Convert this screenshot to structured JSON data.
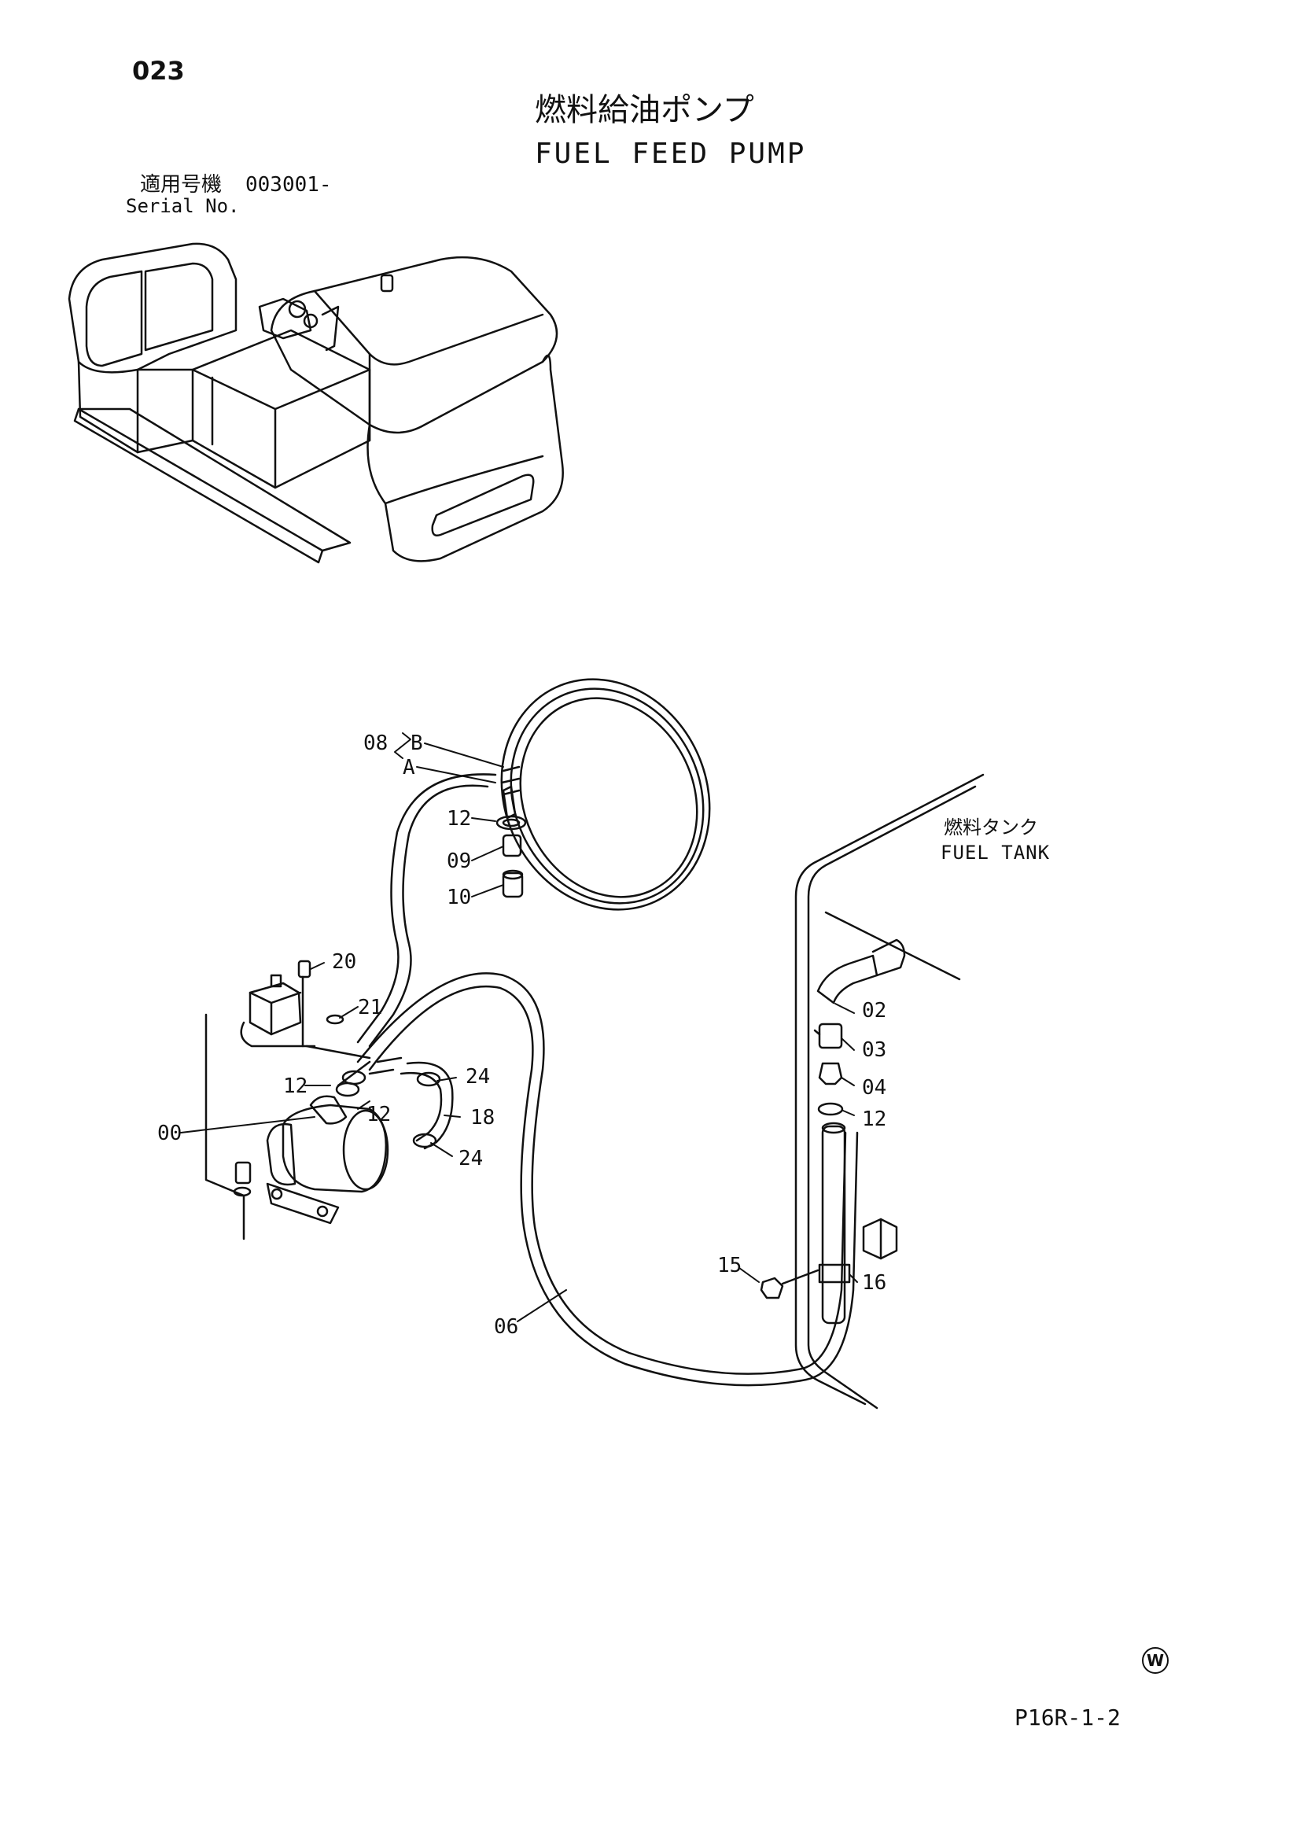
{
  "header": {
    "page_number": "023",
    "title_jp": "燃料給油ポンプ",
    "title_en": "FUEL FEED PUMP",
    "serial_label_jp": "適用号機",
    "serial_value": "003001-",
    "serial_label_en": "Serial No."
  },
  "tank_label": {
    "jp": "燃料タンク",
    "en": "FUEL TANK"
  },
  "callouts": {
    "c08": "08",
    "cB": "B",
    "cA": "A",
    "c12a": "12",
    "c09": "09",
    "c10": "10",
    "c20": "20",
    "c21": "21",
    "c12b": "12",
    "c12c": "12",
    "c00": "00",
    "c24a": "24",
    "c18": "18",
    "c24b": "24",
    "c02": "02",
    "c03": "03",
    "c04": "04",
    "c12d": "12",
    "c15": "15",
    "c16": "16",
    "c06": "06"
  },
  "footer": {
    "mark": "W",
    "figure_code": "P16R-1-2"
  }
}
